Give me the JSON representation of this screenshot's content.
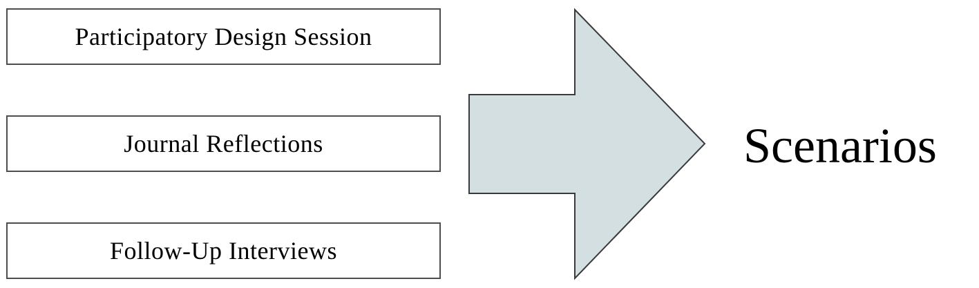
{
  "inputs": [
    {
      "label": "Participatory Design Session"
    },
    {
      "label": "Journal Reflections"
    },
    {
      "label": "Follow-Up Interviews"
    }
  ],
  "arrow": {
    "fill": "#d4dfe2",
    "stroke": "#3a3a3a"
  },
  "output": {
    "label": "Scenarios"
  }
}
